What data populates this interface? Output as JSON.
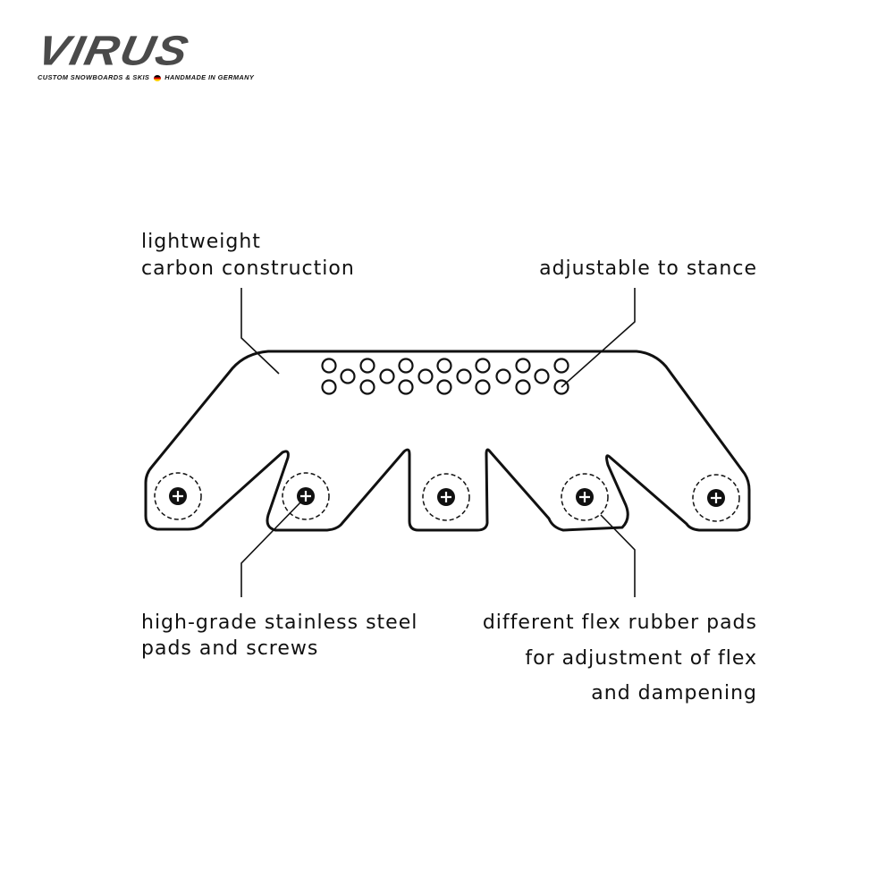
{
  "brand": {
    "wordmark": "VIRUS",
    "tagline_left": "CUSTOM SNOWBOARDS & SKIS",
    "tagline_right": "HANDMADE IN GERMANY"
  },
  "labels": {
    "carbon_line1": "lightweight",
    "carbon_line2": "carbon construction",
    "stance": "adjustable to stance",
    "steel_line1": "high-grade stainless steel",
    "steel_line2": "pads and screws",
    "rubber_line1": "different flex rubber pads",
    "rubber_line2": "for adjustment of flex",
    "rubber_line3": "and dampening"
  },
  "colors": {
    "stroke": "#111111",
    "logo": "#4a4a4a"
  },
  "icons": [
    "screw-head-icon",
    "mounting-hole-icon",
    "german-flag-icon"
  ]
}
